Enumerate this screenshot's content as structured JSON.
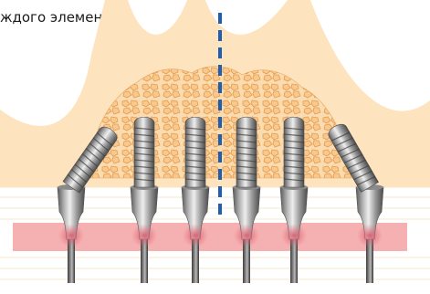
{
  "caption": {
    "text": "ждого элемента ."
  },
  "colors": {
    "bone": "#fde3be",
    "bone_granule_fill": "#f9d6a6",
    "bone_granule_stroke": "#e89a4a",
    "soft_tissue_lines": "#f7ecd6",
    "gum_band": "#f4a8a8",
    "gum_contact": "#e06a74",
    "axis_dashed_line": "#1f5fb0",
    "metal_dark": "#5a5a5a",
    "metal_light": "#e6e6e6"
  },
  "implants": {
    "count": 6,
    "outer_tilt": "angled"
  }
}
